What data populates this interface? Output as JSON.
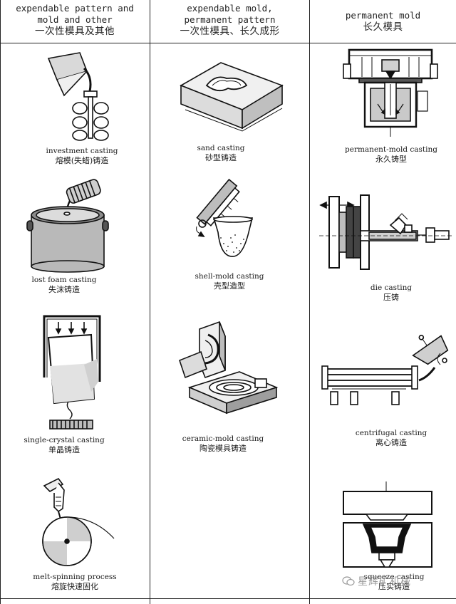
{
  "headers": [
    {
      "en_line1": "expendable pattern and",
      "en_line2": "mold and other",
      "zh": "一次性模具及其他"
    },
    {
      "en_line1": "expendable mold,",
      "en_line2": "permanent pattern",
      "zh": "一次性模具、长久成形"
    },
    {
      "en_line1": "permanent mold",
      "en_line2": "",
      "zh": "长久模具"
    }
  ],
  "processes": {
    "investment": {
      "en": "investment casting",
      "zh": "熔模(失蜡)铸造"
    },
    "lost_foam": {
      "en": "lost foam casting",
      "zh": "失沫铸造"
    },
    "single_crystal": {
      "en": "single-crystal casting",
      "zh": "单晶铸造"
    },
    "melt_spinning": {
      "en": "melt-spinning process",
      "zh": "熔旋快速固化"
    },
    "sand": {
      "en": "sand casting",
      "zh": "砂型铸造"
    },
    "shell_mold": {
      "en": "shell-mold casting",
      "zh": "壳型造型"
    },
    "ceramic_mold": {
      "en": "ceramic-mold casting",
      "zh": "陶瓷模具铸造"
    },
    "permanent_mold": {
      "en": "permanent-mold casting",
      "zh": "永久铸型"
    },
    "die": {
      "en": "die casting",
      "zh": "压铸"
    },
    "centrifugal": {
      "en": "centrifugal casting",
      "zh": "离心铸造"
    },
    "squeeze": {
      "en": "squeeze casting",
      "zh": "压实铸造"
    }
  },
  "watermark": {
    "text": "星辉矿机械",
    "icon": "wechat-logo-icon"
  }
}
